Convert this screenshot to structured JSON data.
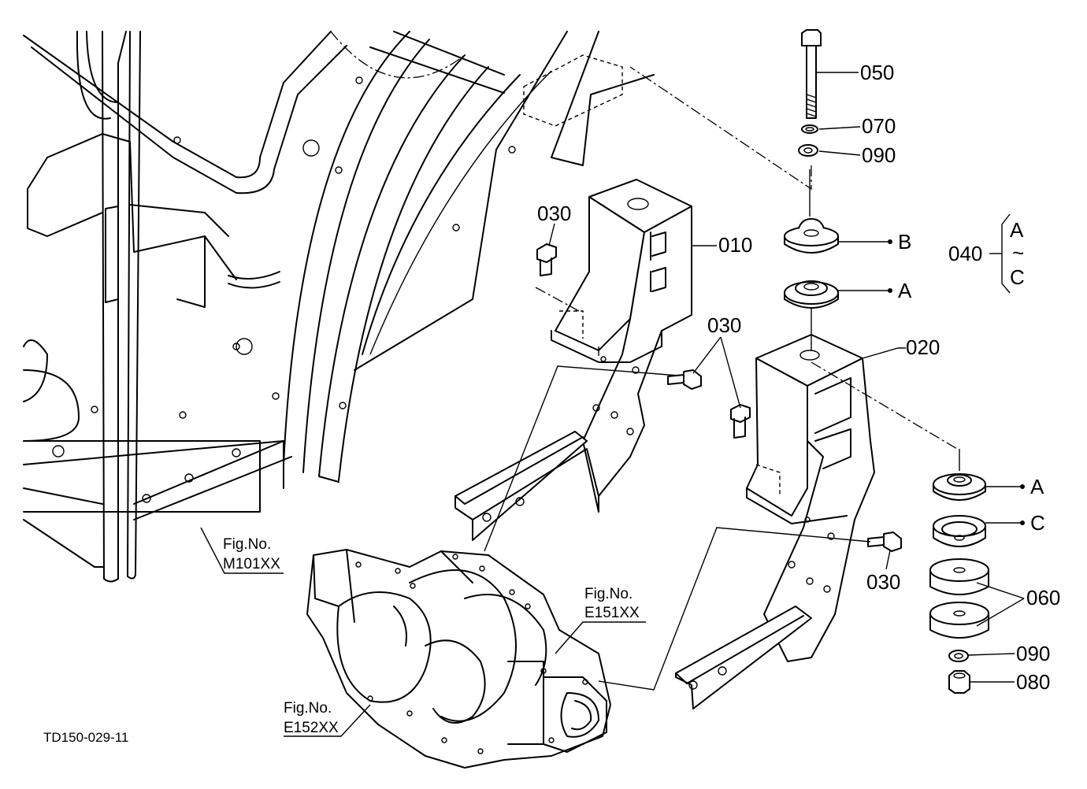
{
  "parts": {
    "p010": "010",
    "p020": "020",
    "p030_a": "030",
    "p030_b": "030",
    "p030_c": "030",
    "p040": "040",
    "p050": "050",
    "p060": "060",
    "p070": "070",
    "p080": "080",
    "p090_a": "090",
    "p090_b": "090"
  },
  "variants": {
    "b_top": "B",
    "a_top": "A",
    "a_bottom": "A",
    "c_bottom": "C",
    "range_from": "A",
    "range_sep": "~",
    "range_to": "C"
  },
  "figure_refs": {
    "m101": {
      "line1": "Fig.No.",
      "line2": "M101XX"
    },
    "e151": {
      "line1": "Fig.No.",
      "line2": "E151XX"
    },
    "e152": {
      "line1": "Fig.No.",
      "line2": "E152XX"
    }
  },
  "drawing_id": "TD150-029-11"
}
